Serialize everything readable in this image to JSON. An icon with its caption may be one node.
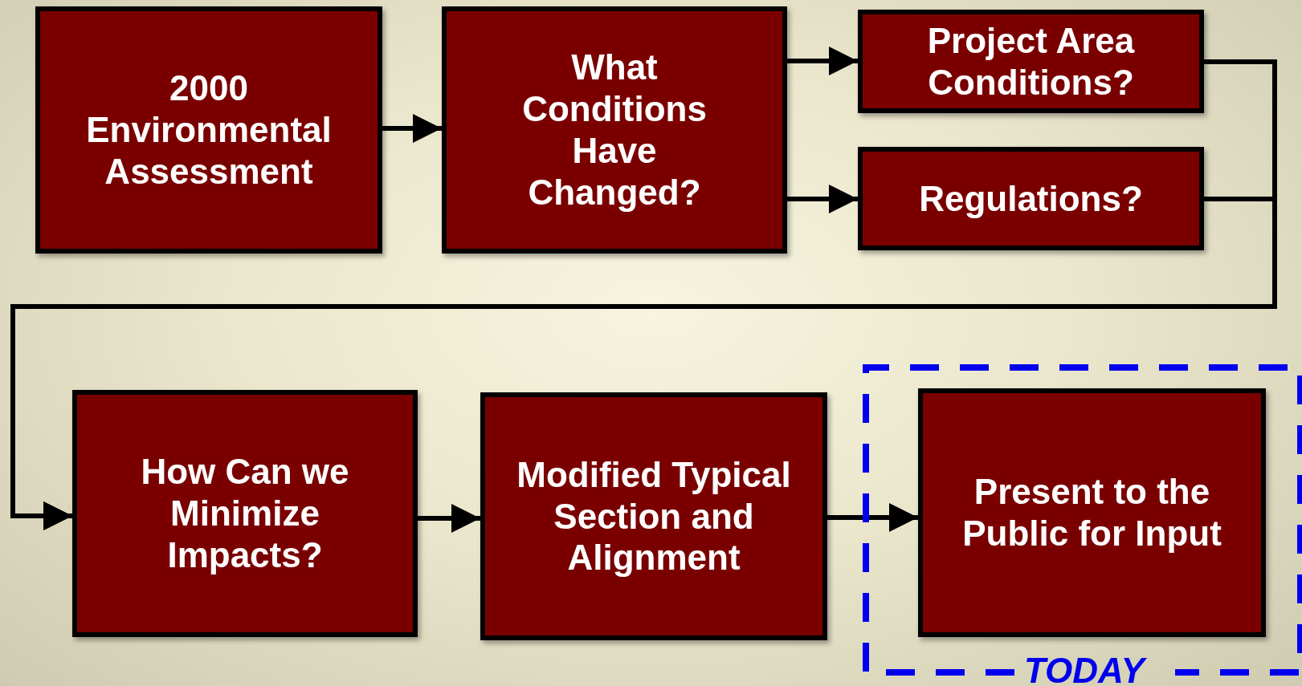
{
  "diagram": {
    "nodes": [
      {
        "text": [
          "2000 Environmental Assessment"
        ]
      },
      {
        "text": [
          "What Conditions Have Changed?"
        ]
      },
      {
        "text": [
          "Project Area Conditions?"
        ]
      },
      {
        "text": [
          "Regulations?"
        ]
      },
      {
        "text": [
          "How Can we Minimize Impacts?"
        ]
      },
      {
        "text": [
          "Modified Typical Section and Alignment"
        ]
      },
      {
        "text": [
          "TODAY"
        ]
      },
      {
        "text": [
          "Present to the Public for Input"
        ],
        "in": 6
      }
    ],
    "edges": [
      {
        "from": 0,
        "to": 1,
        "arrow": "to"
      },
      {
        "from": 1,
        "to": 2,
        "arrow": "to"
      },
      {
        "from": 1,
        "to": 3,
        "arrow": "to"
      },
      {
        "from": 2,
        "to": 4,
        "arrow": "to"
      },
      {
        "from": 3,
        "to": 4,
        "arrow": "to"
      },
      {
        "from": 4,
        "to": 5,
        "arrow": "to"
      },
      {
        "from": 5,
        "to": 7,
        "arrow": "to"
      }
    ]
  }
}
